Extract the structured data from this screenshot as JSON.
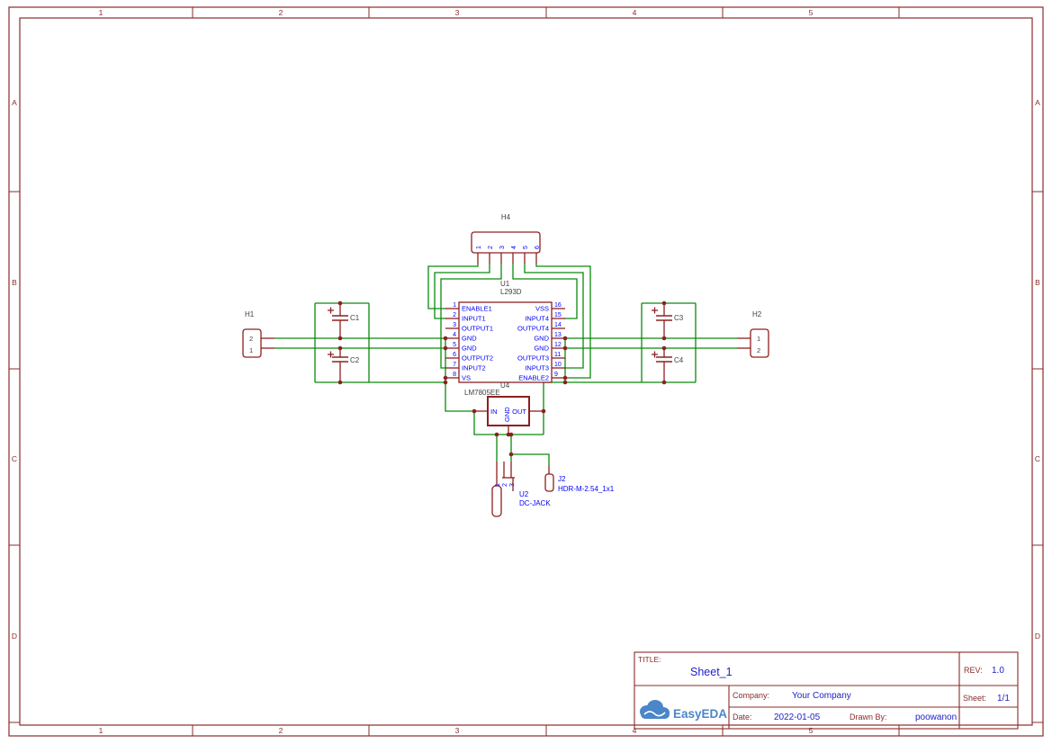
{
  "frame": {
    "columns": [
      "1",
      "2",
      "3",
      "4",
      "5"
    ],
    "rows": [
      "A",
      "B",
      "C",
      "D"
    ]
  },
  "components": {
    "u1": {
      "ref": "U1",
      "value": "L293D",
      "left_pins": [
        {
          "num": "1",
          "name": "ENABLE1"
        },
        {
          "num": "2",
          "name": "INPUT1"
        },
        {
          "num": "3",
          "name": "OUTPUT1"
        },
        {
          "num": "4",
          "name": "GND"
        },
        {
          "num": "5",
          "name": "GND"
        },
        {
          "num": "6",
          "name": "OUTPUT2"
        },
        {
          "num": "7",
          "name": "INPUT2"
        },
        {
          "num": "8",
          "name": "VS"
        }
      ],
      "right_pins": [
        {
          "num": "16",
          "name": "VSS"
        },
        {
          "num": "15",
          "name": "INPUT4"
        },
        {
          "num": "14",
          "name": "OUTPUT4"
        },
        {
          "num": "13",
          "name": "GND"
        },
        {
          "num": "12",
          "name": "GND"
        },
        {
          "num": "11",
          "name": "OUTPUT3"
        },
        {
          "num": "10",
          "name": "INPUT3"
        },
        {
          "num": "9",
          "name": "ENABLE2"
        }
      ]
    },
    "h4": {
      "ref": "H4",
      "pins": [
        "1",
        "2",
        "3",
        "4",
        "5",
        "6"
      ]
    },
    "h1": {
      "ref": "H1",
      "pins": [
        "2",
        "1"
      ]
    },
    "h2": {
      "ref": "H2",
      "pins": [
        "1",
        "2"
      ]
    },
    "c1": {
      "ref": "C1"
    },
    "c2": {
      "ref": "C2"
    },
    "c3": {
      "ref": "C3"
    },
    "c4": {
      "ref": "C4"
    },
    "u4": {
      "ref": "U4",
      "value": "LM7805EE",
      "pins": {
        "in": "IN",
        "gnd": "GND",
        "out": "OUT"
      }
    },
    "u2": {
      "ref": "U2",
      "value": "DC-JACK",
      "pins": [
        "1",
        "2",
        "3"
      ]
    },
    "j2": {
      "ref": "J2",
      "value": "HDR-M-2.54_1x1"
    }
  },
  "title_block": {
    "title_label": "TITLE:",
    "title": "Sheet_1",
    "rev_label": "REV:",
    "rev": "1.0",
    "company_label": "Company:",
    "company": "Your Company",
    "sheet_label": "Sheet:",
    "sheet": "1/1",
    "date_label": "Date:",
    "date": "2022-01-05",
    "drawn_by_label": "Drawn By:",
    "drawn_by": "poowanon",
    "logo_text": "EasyEDA"
  },
  "colors": {
    "frame": "#8a2b2b",
    "wire": "#0a8a0a",
    "symbol": "#8d2020",
    "pin_text": "#0000ff",
    "ref_text": "#3f3f3f",
    "value_text": "#2121c8",
    "logo_blue": "#4a86c8",
    "background": "#ffffff"
  }
}
